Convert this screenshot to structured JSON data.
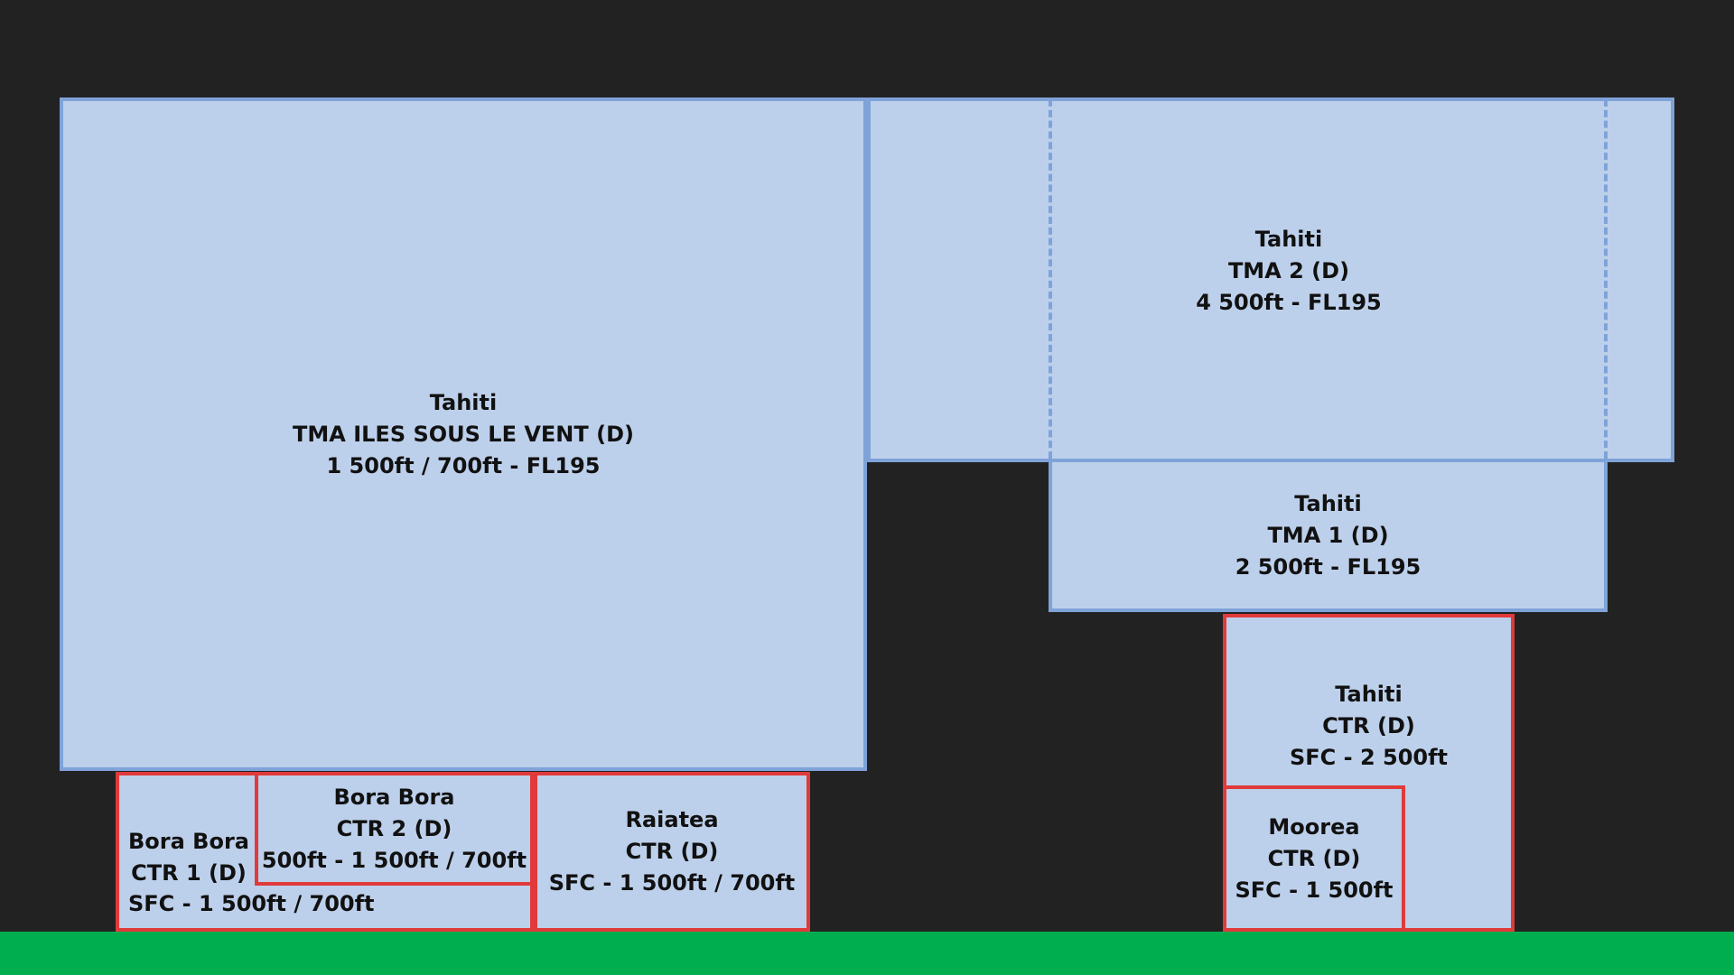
{
  "colors": {
    "background": "#222222",
    "zone_fill": "#bdd0eb",
    "tma_border": "#7fa3d9",
    "ctr_border": "#e03a3a",
    "ground": "#00ae4f"
  },
  "zones": {
    "tma_isv": {
      "name": "Tahiti",
      "cls": "TMA ILES SOUS LE VENT (D)",
      "alt": "1 500ft / 700ft - FL195"
    },
    "tma2": {
      "name": "Tahiti",
      "cls": "TMA 2 (D)",
      "alt": "4 500ft - FL195"
    },
    "tma1": {
      "name": "Tahiti",
      "cls": "TMA 1 (D)",
      "alt": "2 500ft - FL195"
    },
    "ctr_tahiti": {
      "name": "Tahiti",
      "cls": "CTR (D)",
      "alt": "SFC -  2 500ft"
    },
    "ctr_moorea": {
      "name": "Moorea",
      "cls": "CTR (D)",
      "alt": "SFC -  1 500ft"
    },
    "ctr_raiatea": {
      "name": "Raiatea",
      "cls": "CTR (D)",
      "alt": "SFC -  1 500ft / 700ft"
    },
    "ctr_bora1": {
      "name": "Bora Bora",
      "cls": "CTR 1 (D)",
      "alt": "SFC -  1 500ft / 700ft"
    },
    "ctr_bora2": {
      "name": "Bora Bora",
      "cls": "CTR 2 (D)",
      "alt": "500ft - 1 500ft / 700ft"
    }
  }
}
